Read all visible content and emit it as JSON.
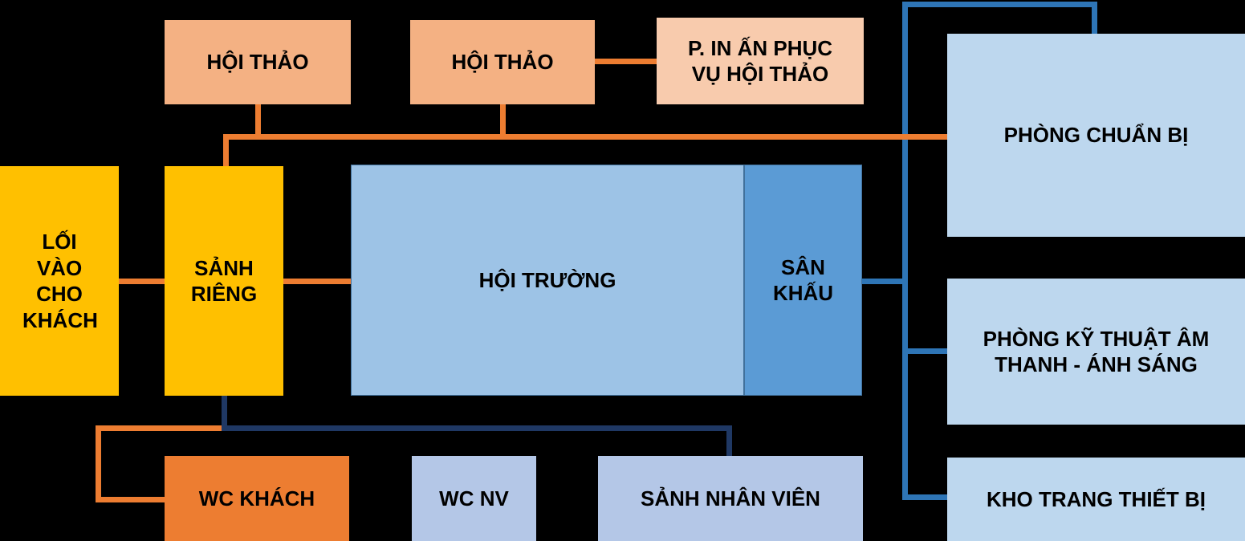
{
  "diagram": {
    "background": "#000000",
    "text_color": "#000000"
  },
  "rooms": {
    "hoi_thao_1": {
      "label": "HỘI THẢO",
      "color": "#F4B183"
    },
    "hoi_thao_2": {
      "label": "HỘI THẢO",
      "color": "#F4B183"
    },
    "p_in_an": {
      "label": "P. IN ẤN PHỤC VỤ HỘI THẢO",
      "color": "#F8CBAD"
    },
    "phong_chuan_bi": {
      "label": "PHÒNG CHUẨN BỊ",
      "color": "#BDD7EE"
    },
    "loi_vao_cho_khach": {
      "label": "LỐI VÀO CHO KHÁCH",
      "color": "#FFC000"
    },
    "sanh_rieng": {
      "label": "SẢNH RIÊNG",
      "color": "#FFC000"
    },
    "hoi_truong": {
      "label": "HỘI TRƯỜNG",
      "color": "#9DC3E6"
    },
    "san_khau": {
      "label": "SÂN KHẤU",
      "color": "#5B9BD5"
    },
    "phong_ky_thuat": {
      "label": "PHÒNG KỸ THUẬT ÂM THANH - ÁNH SÁNG",
      "color": "#BDD7EE"
    },
    "kho_trang_thiet_bi": {
      "label": "KHO TRANG THIẾT BỊ",
      "color": "#BDD7EE"
    },
    "wc_khach": {
      "label": "WC KHÁCH",
      "color": "#ED7D31"
    },
    "wc_nv": {
      "label": "WC NV",
      "color": "#B4C7E7"
    },
    "sanh_nhan_vien": {
      "label": "SẢNH NHÂN VIÊN",
      "color": "#B4C7E7"
    }
  },
  "connectors": {
    "orange": "#ED7D31",
    "blue": "#2E75B6",
    "navy": "#1F3864"
  }
}
